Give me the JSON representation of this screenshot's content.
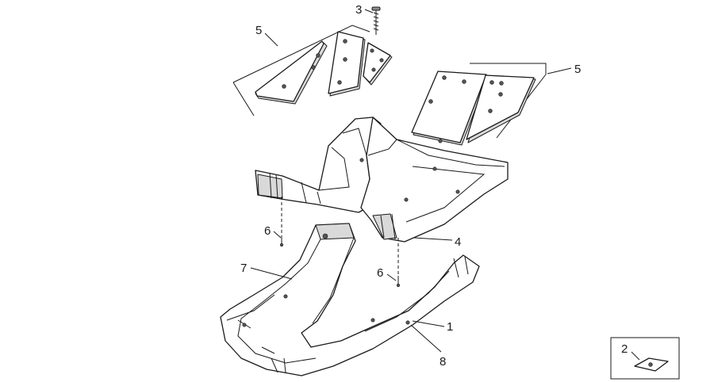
{
  "callouts": {
    "c1": "1",
    "c2": "2",
    "c3": "3",
    "c4": "4",
    "c5_left": "5",
    "c5_right": "5",
    "c6_left": "6",
    "c6_right": "6",
    "c7": "7",
    "c8": "8"
  },
  "colors": {
    "line": "#1a1a1a",
    "fill": "#ffffff",
    "shade": "#d9d9d9"
  }
}
